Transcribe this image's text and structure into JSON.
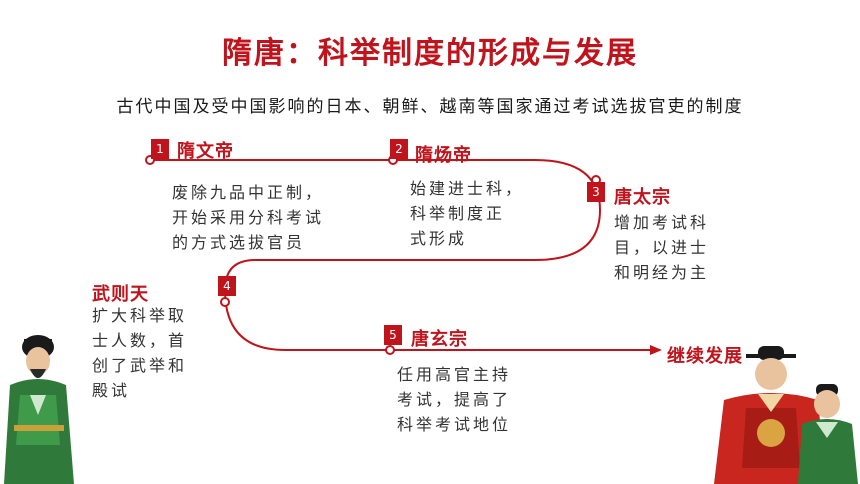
{
  "header": {
    "title": "隋唐：科举制度的形成与发展",
    "definition": "古代中国及受中国影响的日本、朝鲜、越南等国家通过考试选拔官吏的制度"
  },
  "timeline": [
    {
      "num": "1",
      "name": "隋文帝",
      "desc": [
        "废除九品中正制，",
        "开始采用分科考试",
        "的方式选拔官员"
      ]
    },
    {
      "num": "2",
      "name": "隋炀帝",
      "desc": [
        "始建进士科，",
        "科举制度正",
        "式形成"
      ]
    },
    {
      "num": "3",
      "name": "唐太宗",
      "desc": [
        "增加考试科",
        "目，以进士",
        "和明经为主"
      ]
    },
    {
      "num": "4",
      "name": "武则天",
      "desc": [
        "扩大科举取",
        "士人数，首",
        "创了武举和",
        "殿试"
      ]
    },
    {
      "num": "5",
      "name": "唐玄宗",
      "desc": [
        "任用高官主持",
        "考试，提高了",
        "科举考试地位"
      ]
    }
  ],
  "continue_label": "继续发展",
  "colors": {
    "accent": "#c0141c",
    "text": "#333333"
  }
}
